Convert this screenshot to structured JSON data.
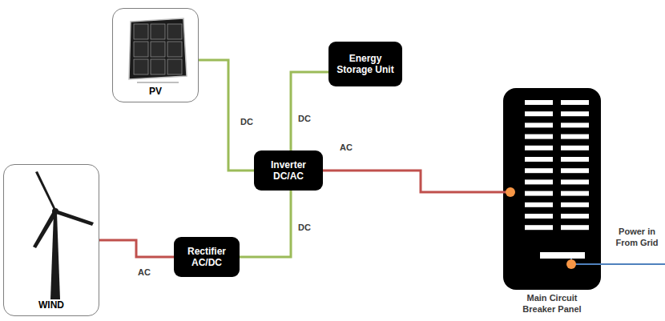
{
  "diagram": {
    "nodes": [
      {
        "text": [
          "PV"
        ]
      },
      {
        "text": [
          "Energy Storage Unit"
        ]
      },
      {
        "text": [
          "Inverter DC/AC"
        ]
      },
      {
        "text": [
          "Main Circuit Breaker Panel"
        ]
      },
      {
        "text": [
          "WIND"
        ]
      },
      {
        "text": [
          "Rectifier AC/DC"
        ]
      }
    ],
    "edges": [
      {
        "from": 0,
        "to": 2,
        "label": "DC",
        "arrow": "none"
      },
      {
        "from": 1,
        "to": 2,
        "label": "DC",
        "arrow": "none"
      },
      {
        "from": 2,
        "to": 3,
        "label": "AC",
        "arrow": "none"
      },
      {
        "from": 4,
        "to": 5,
        "label": "AC",
        "arrow": "none"
      },
      {
        "from": 5,
        "to": 2,
        "label": "DC",
        "arrow": "none"
      }
    ],
    "labels": [
      "Power in From Grid"
    ]
  }
}
